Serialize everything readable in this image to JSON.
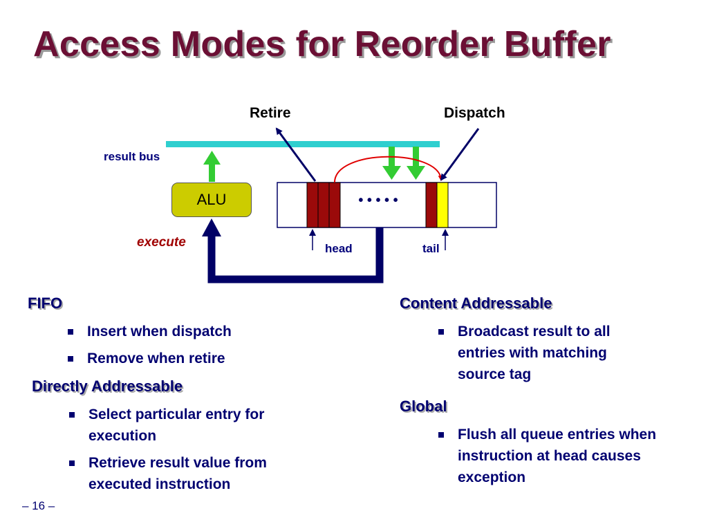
{
  "title": "Access Modes for Reorder Buffer",
  "diagram": {
    "retire_label": "Retire",
    "dispatch_label": "Dispatch",
    "result_bus_label": "result bus",
    "alu_label": "ALU",
    "execute_label": "execute",
    "head_label": "head",
    "tail_label": "tail",
    "ellipsis": "• • • • •",
    "colors": {
      "result_bus": "#2fcfcf",
      "green_arrow": "#33cc33",
      "navy": "#000066",
      "entry_dark_red": "#9b0a0a",
      "entry_yellow": "#ffff00",
      "alu_fill": "#cccc00",
      "forward_red": "#e00000"
    }
  },
  "sections": {
    "fifo": {
      "heading": "FIFO",
      "items": [
        "Insert when dispatch",
        "Remove when retire"
      ]
    },
    "direct": {
      "heading": "Directly Addressable",
      "items": [
        "Select particular entry for execution",
        "Retrieve result value from executed instruction"
      ]
    },
    "content": {
      "heading": "Content Addressable",
      "items": [
        "Broadcast result to all entries with matching source tag"
      ]
    },
    "global": {
      "heading": "Global",
      "items": [
        "Flush all queue entries when instruction at head causes exception"
      ]
    }
  },
  "page_number": "– 16 –"
}
